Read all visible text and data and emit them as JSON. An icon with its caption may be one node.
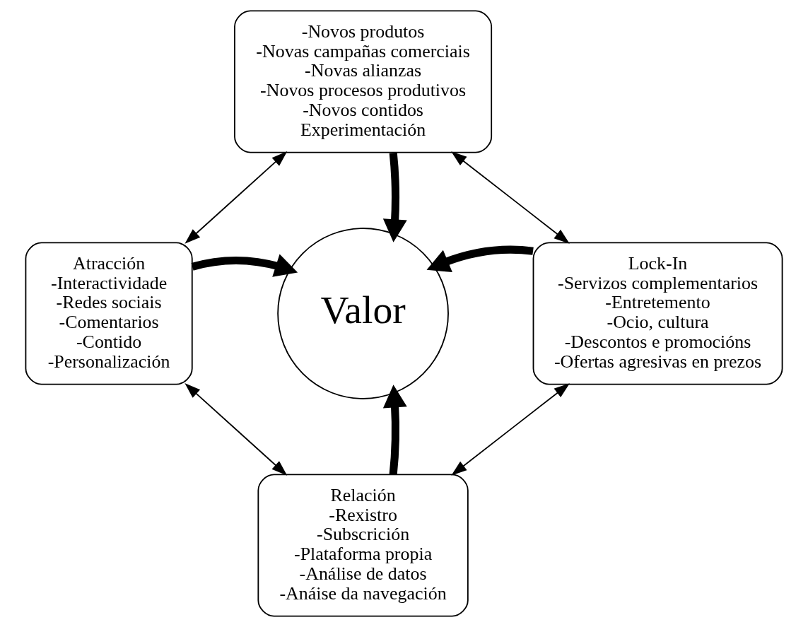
{
  "diagram": {
    "nodes": [
      {
        "text": [
          "-Novos produtos",
          "-Novas campañas comerciais",
          "-Novas alianzas",
          "-Novos procesos produtivos",
          "-Novos contidos",
          "Experimentación"
        ]
      },
      {
        "text": [
          "Atracción",
          "-Interactividade",
          "-Redes sociais",
          "-Comentarios",
          "-Contido",
          "-Personalización"
        ]
      },
      {
        "text": [
          "Valor"
        ]
      },
      {
        "text": [
          "Lock-In",
          "-Servizos complementarios",
          "-Entretemento",
          "-Ocio, cultura",
          "-Descontos e promocións",
          "-Ofertas agresivas en prezos"
        ]
      },
      {
        "text": [
          "Relación",
          "-Rexistro",
          "-Subscrición",
          "-Plataforma propia",
          "-Análise de datos",
          "-Anáise da navegación"
        ]
      }
    ],
    "edges": [
      {
        "from": 0,
        "to": 2,
        "arrow": "to",
        "style": "thick"
      },
      {
        "from": 1,
        "to": 2,
        "arrow": "to",
        "style": "thick"
      },
      {
        "from": 3,
        "to": 2,
        "arrow": "to",
        "style": "thick"
      },
      {
        "from": 4,
        "to": 2,
        "arrow": "to",
        "style": "thick"
      },
      {
        "from": 1,
        "to": 0,
        "arrow": "both"
      },
      {
        "from": 0,
        "to": 3,
        "arrow": "both"
      },
      {
        "from": 3,
        "to": 4,
        "arrow": "both"
      },
      {
        "from": 4,
        "to": 1,
        "arrow": "both"
      }
    ]
  }
}
